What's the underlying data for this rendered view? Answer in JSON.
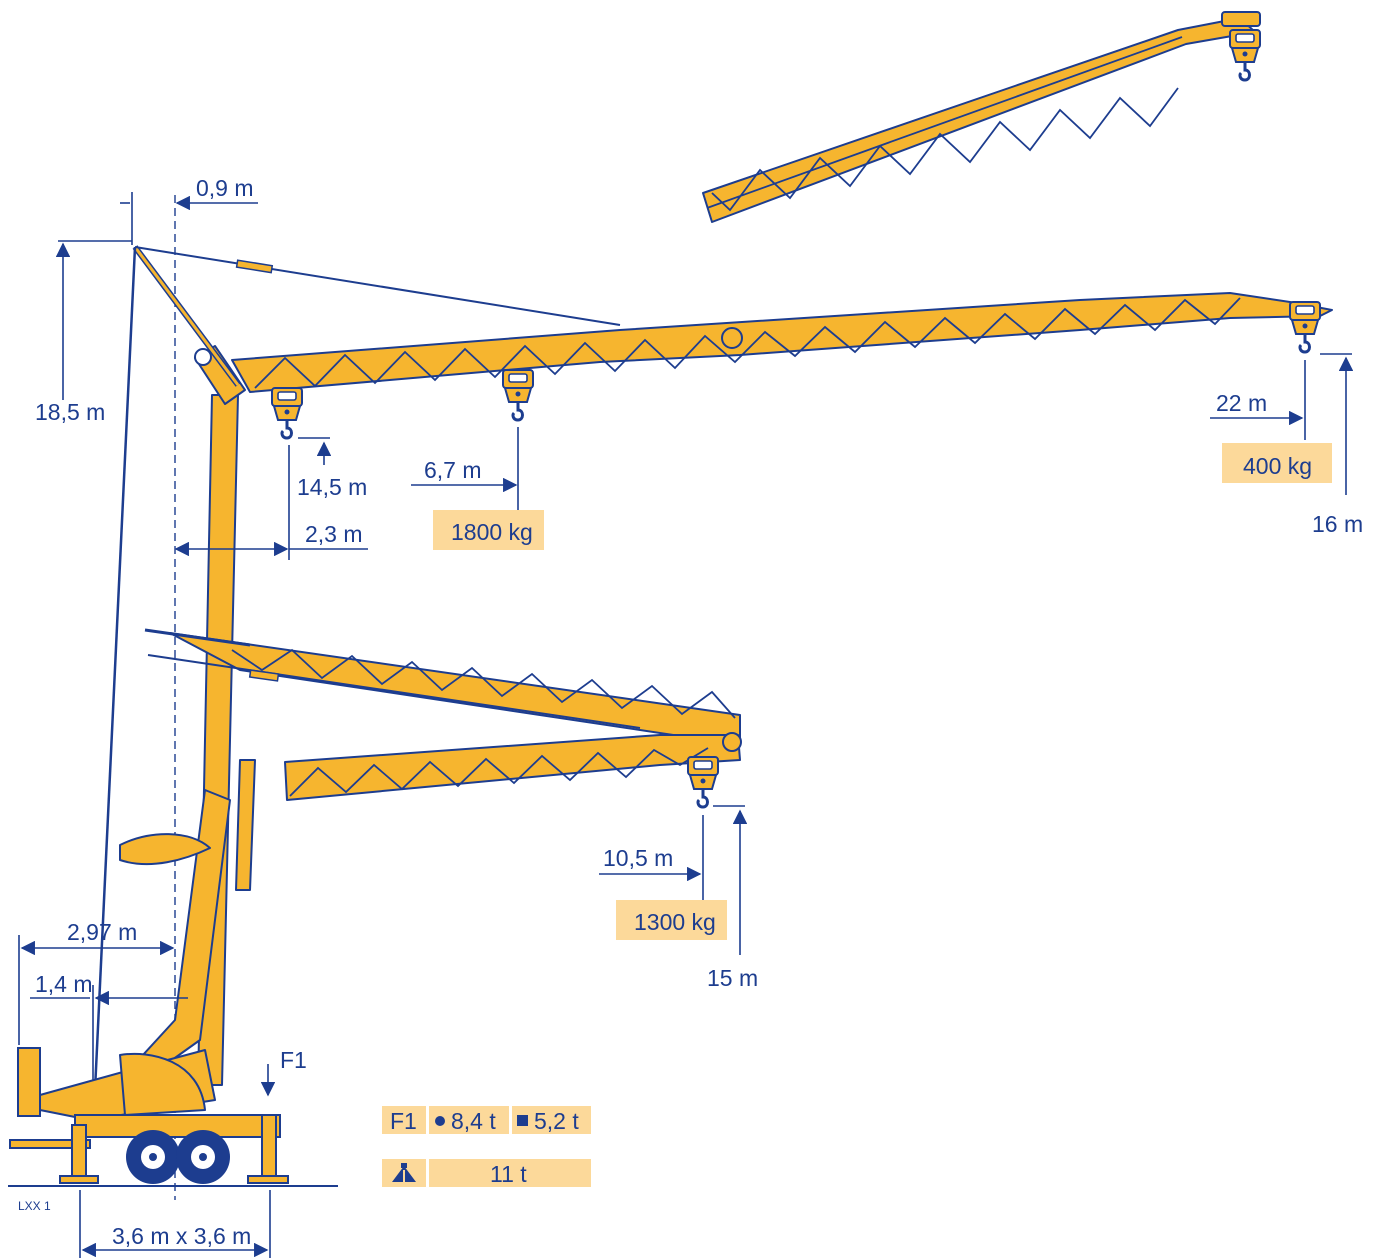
{
  "colors": {
    "ink": "#1d3d8f",
    "crane": "#f6b52f",
    "badge": "#fcd99a"
  },
  "dimensions": {
    "offset_top": "0,9 m",
    "height_total": "18,5 m",
    "hook_height_short": "14,5 m",
    "radius_min": "2,3 m",
    "radius_mid": "6,7 m",
    "radius_max": "22 m",
    "height_max": "16 m",
    "radius_low": "10,5 m",
    "height_low": "15 m",
    "rear_2_97": "2,97 m",
    "rear_1_4": "1,4 m",
    "base": "3,6 m x 3,6 m"
  },
  "loads": {
    "mid": "1800 kg",
    "max": "400 kg",
    "low": "1300 kg"
  },
  "legend": {
    "force_label": "F1",
    "row1_label": "F1",
    "row1_val_a": "8,4 t",
    "row1_val_b": "5,2 t",
    "row2_val": "11 t"
  },
  "model": "LXX 1",
  "icons": [
    "hook-icon",
    "circle-bullet-icon",
    "square-bullet-icon",
    "crane-weight-icon",
    "arrow-down-icon"
  ]
}
